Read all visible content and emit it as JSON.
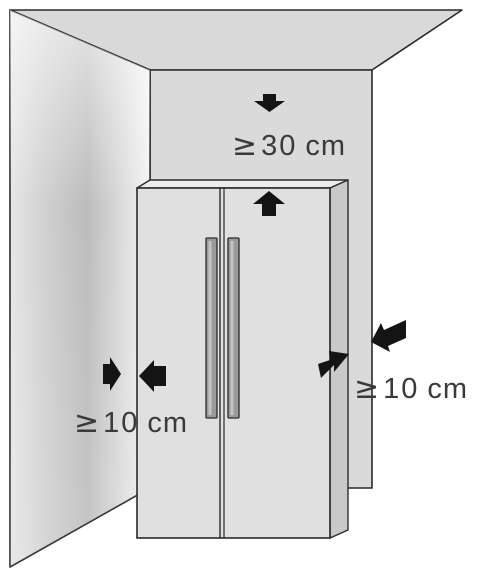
{
  "clearances": {
    "top": {
      "symbol": "≥",
      "value": "30",
      "unit": "cm"
    },
    "left": {
      "symbol": "≥",
      "value": "10",
      "unit": "cm"
    },
    "right": {
      "symbol": "≥",
      "value": "10",
      "unit": "cm"
    }
  },
  "colors": {
    "stroke": "#2a2a2a",
    "wall_fill": "#d9d9d9",
    "fridge_fill": "#e0e0e0",
    "arrow_fill": "#141414"
  }
}
